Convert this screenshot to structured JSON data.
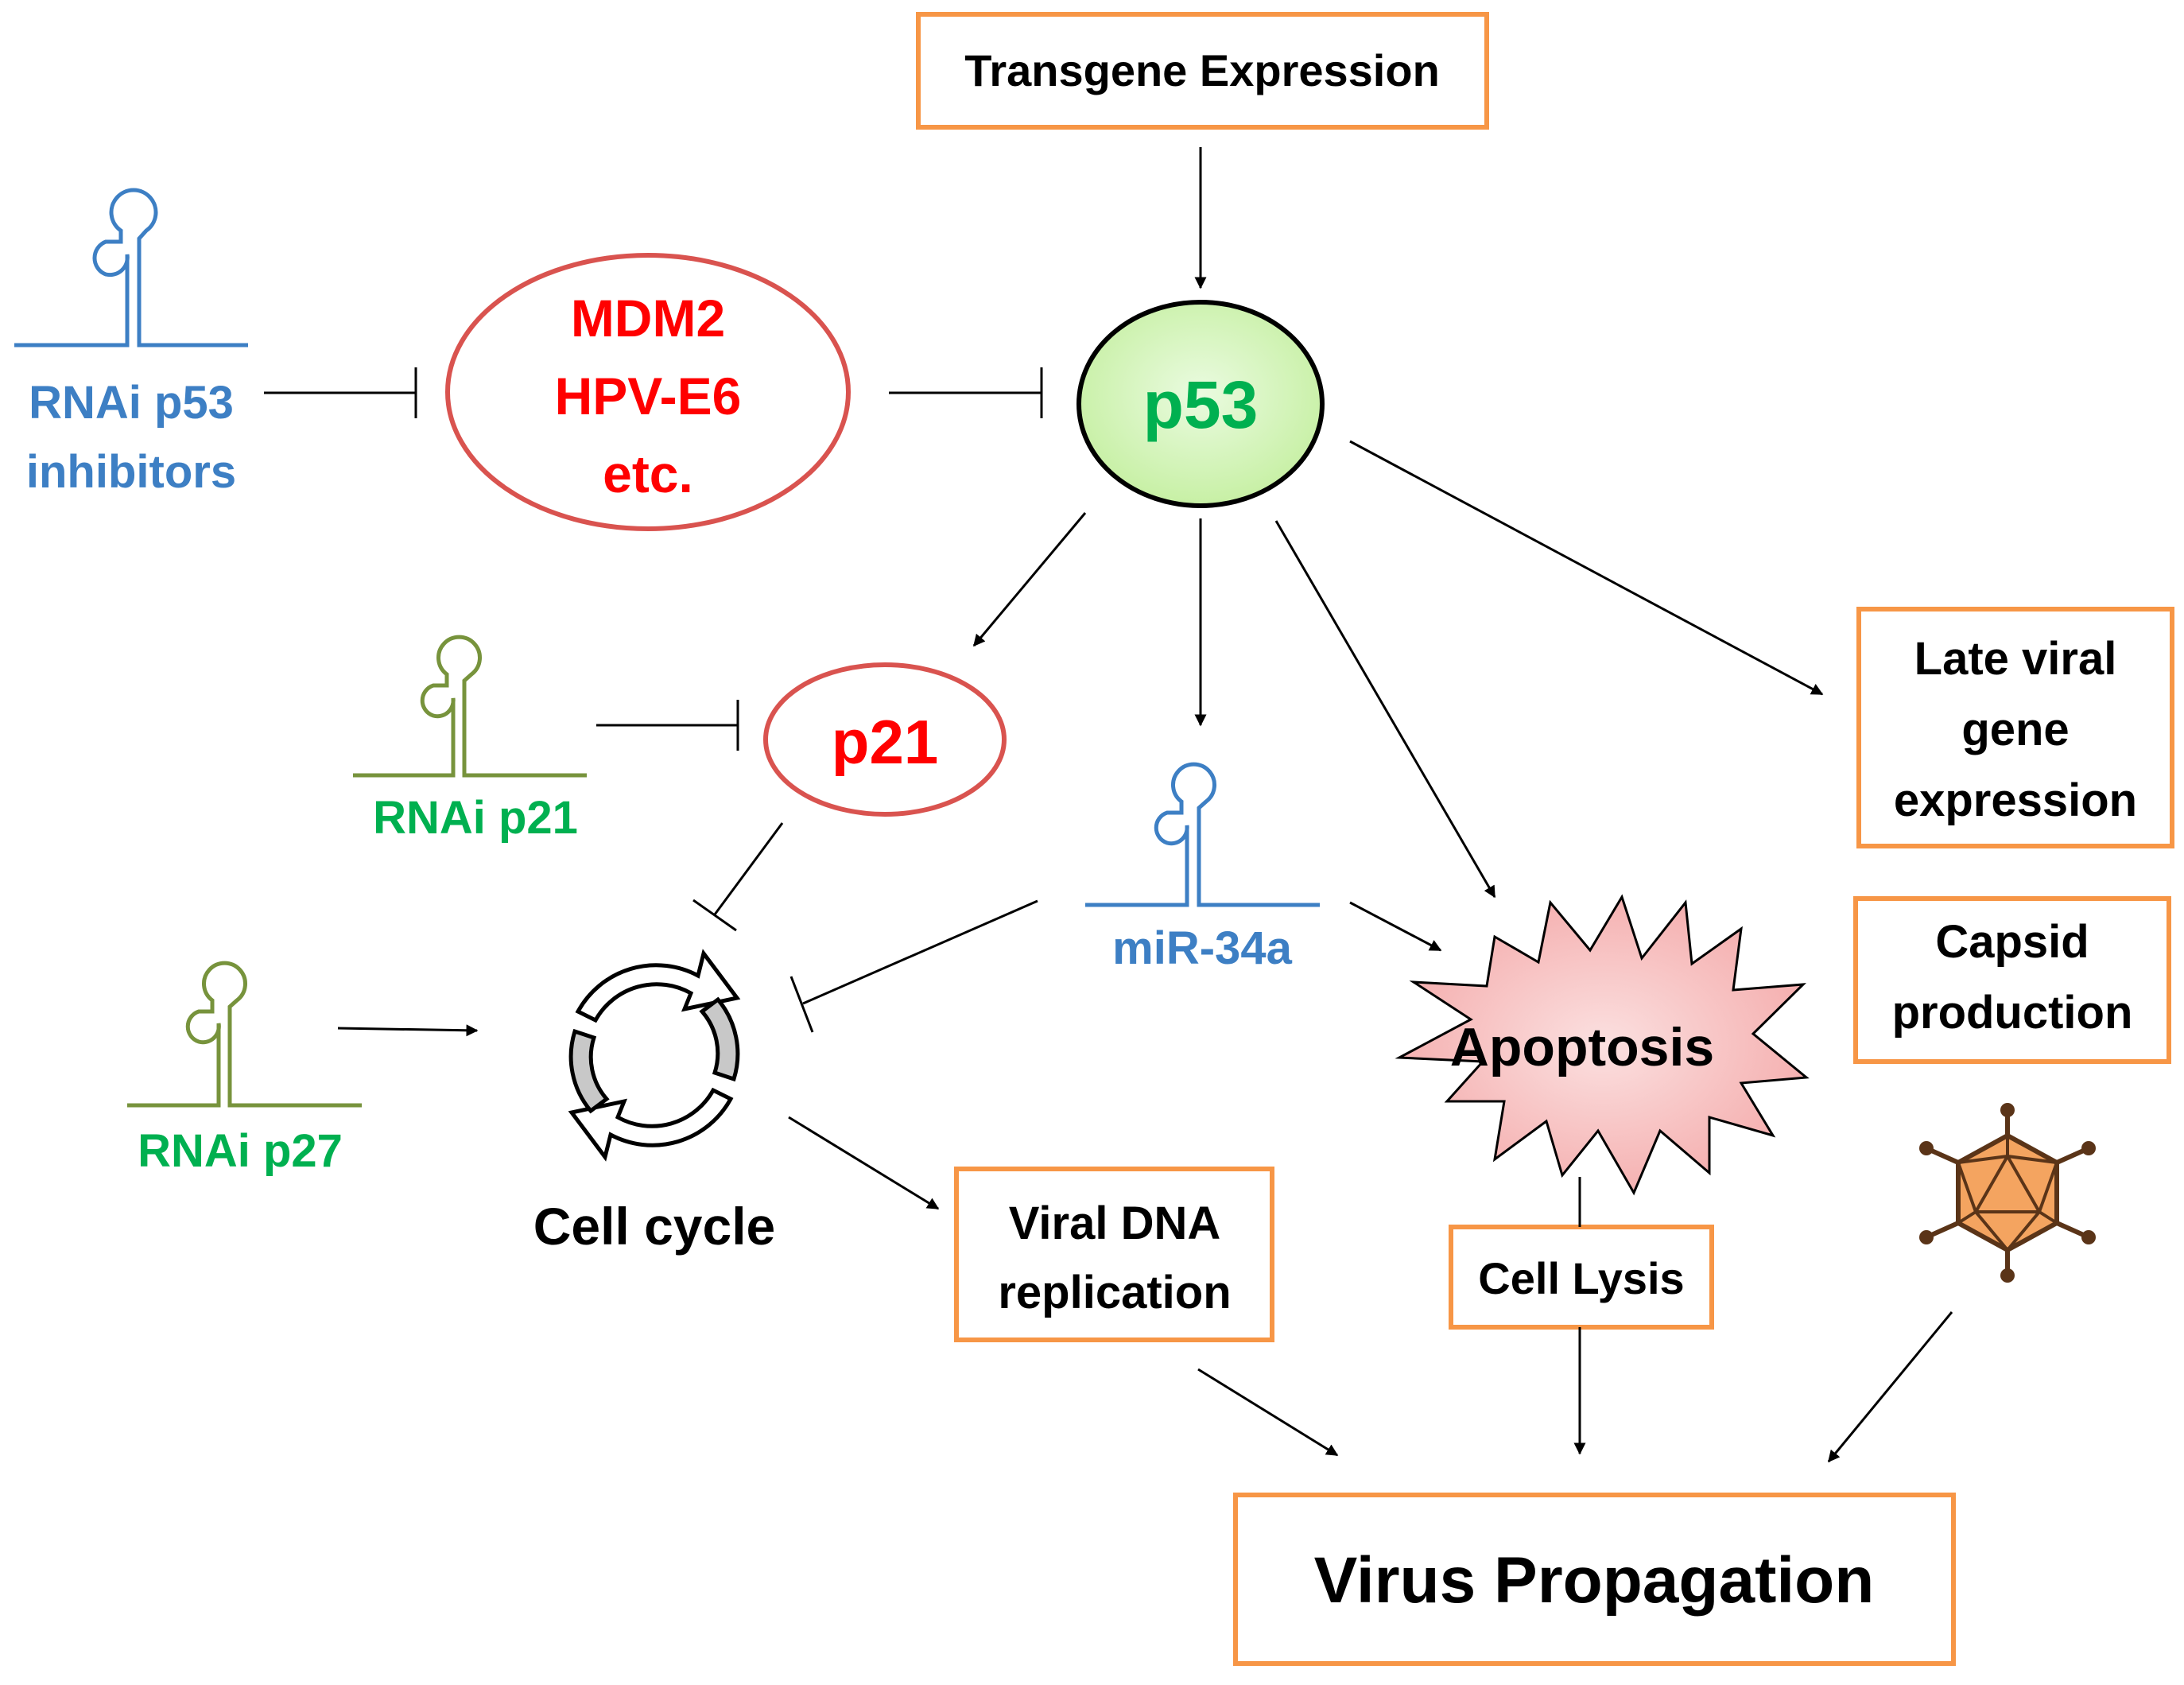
{
  "colors": {
    "orange_box": "#f79646",
    "red_text": "#ff0000",
    "red_outline": "#d9534f",
    "blue_text": "#3d7fc4",
    "green_text": "#00b050",
    "olive_stroke": "#77933c",
    "p53_fill": "#d5f5b8",
    "apoptosis_fill": "#f7c0c0",
    "virus_fill": "#f4a460",
    "virus_stroke": "#5a3418",
    "arrow": "#000000"
  },
  "boxes": {
    "transgene": "Transgene Expression",
    "late_viral": [
      "Late viral",
      "gene",
      "expression"
    ],
    "capsid": [
      "Capsid",
      "production"
    ],
    "viral_dna": [
      "Viral DNA",
      "replication"
    ],
    "cell_lysis": "Cell Lysis",
    "virus_propagation": "Virus Propagation"
  },
  "nodes": {
    "p53": "p53",
    "inhibitors": [
      "MDM2",
      "HPV-E6",
      "etc."
    ],
    "p21": "p21",
    "apoptosis": "Apoptosis",
    "cell_cycle": "Cell cycle"
  },
  "rnai": {
    "p53_inhibitors": [
      "RNAi p53",
      "inhibitors"
    ],
    "p21": "RNAi p21",
    "p27": "RNAi p27",
    "mir34a": "miR-34a"
  },
  "icons": [
    "hairpin-rna-icon",
    "cell-cycle-icon",
    "adenovirus-icon",
    "starburst-icon"
  ]
}
